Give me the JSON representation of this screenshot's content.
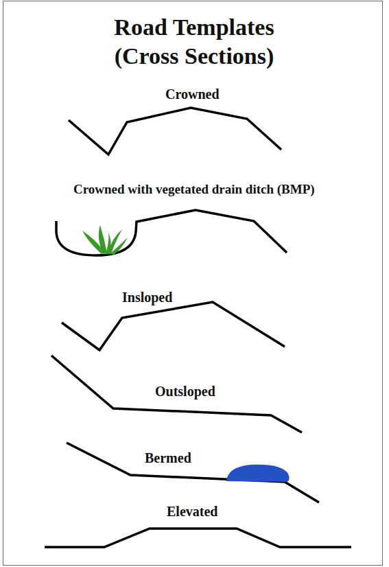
{
  "diagram": {
    "title": "Road Templates (Cross Sections)",
    "labels": [
      "Crowned",
      "Crowned with vegetated drain ditch (BMP)",
      "Insloped",
      "Outsloped",
      "Bermed",
      "Elevated"
    ]
  }
}
